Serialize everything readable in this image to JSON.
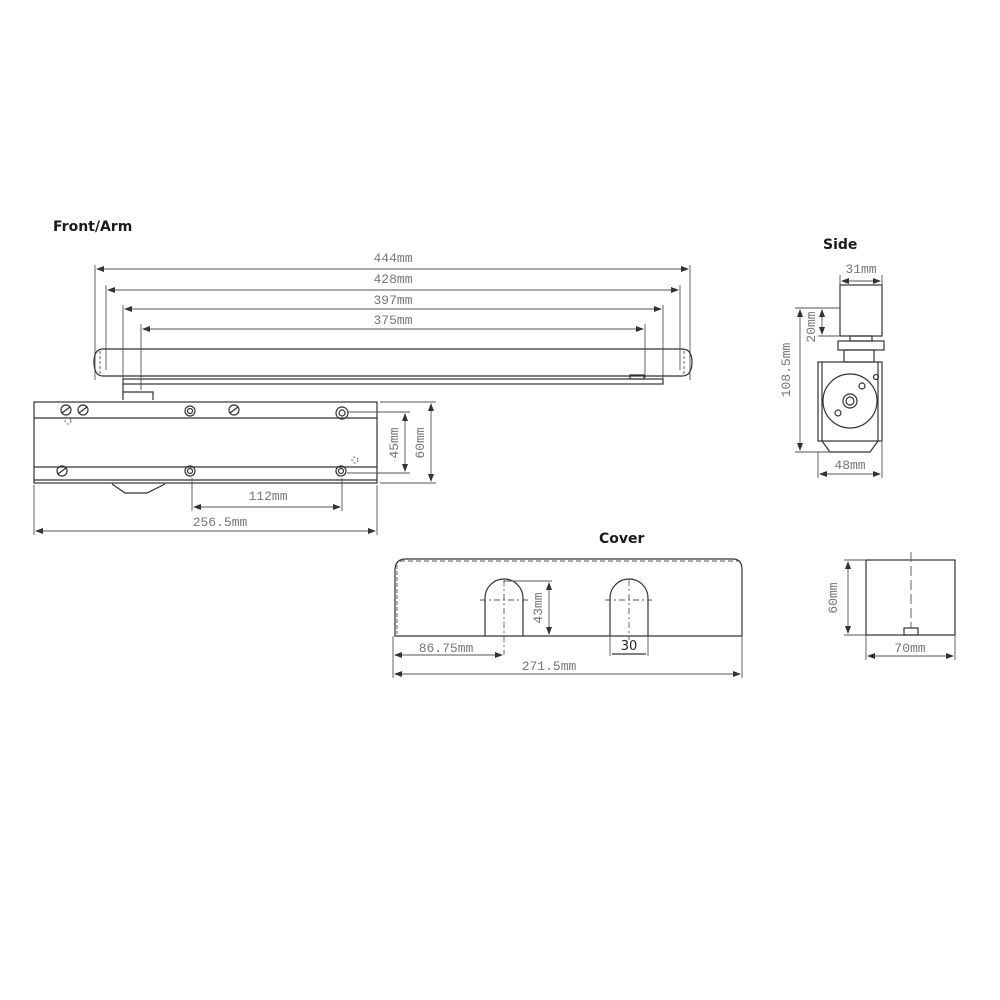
{
  "views": {
    "front": {
      "title": "Front/Arm",
      "dims": {
        "d444": "444mm",
        "d428": "428mm",
        "d397": "397mm",
        "d375": "375mm",
        "d45": "45mm",
        "d60": "60mm",
        "d112": "112mm",
        "d256": "256.5mm"
      }
    },
    "side": {
      "title": "Side",
      "dims": {
        "d31": "31mm",
        "d20": "20mm",
        "d108": "108.5mm",
        "d48": "48mm"
      }
    },
    "cover": {
      "title": "Cover",
      "dims": {
        "d43": "43mm",
        "d8675": "86.75mm",
        "d30": "30",
        "d271": "271.5mm"
      }
    },
    "cover_side": {
      "dims": {
        "d60": "60mm",
        "d70": "70mm"
      }
    }
  },
  "colors": {
    "line": "#333333",
    "dimension_text": "#777777",
    "heading": "#1a1a1a"
  }
}
